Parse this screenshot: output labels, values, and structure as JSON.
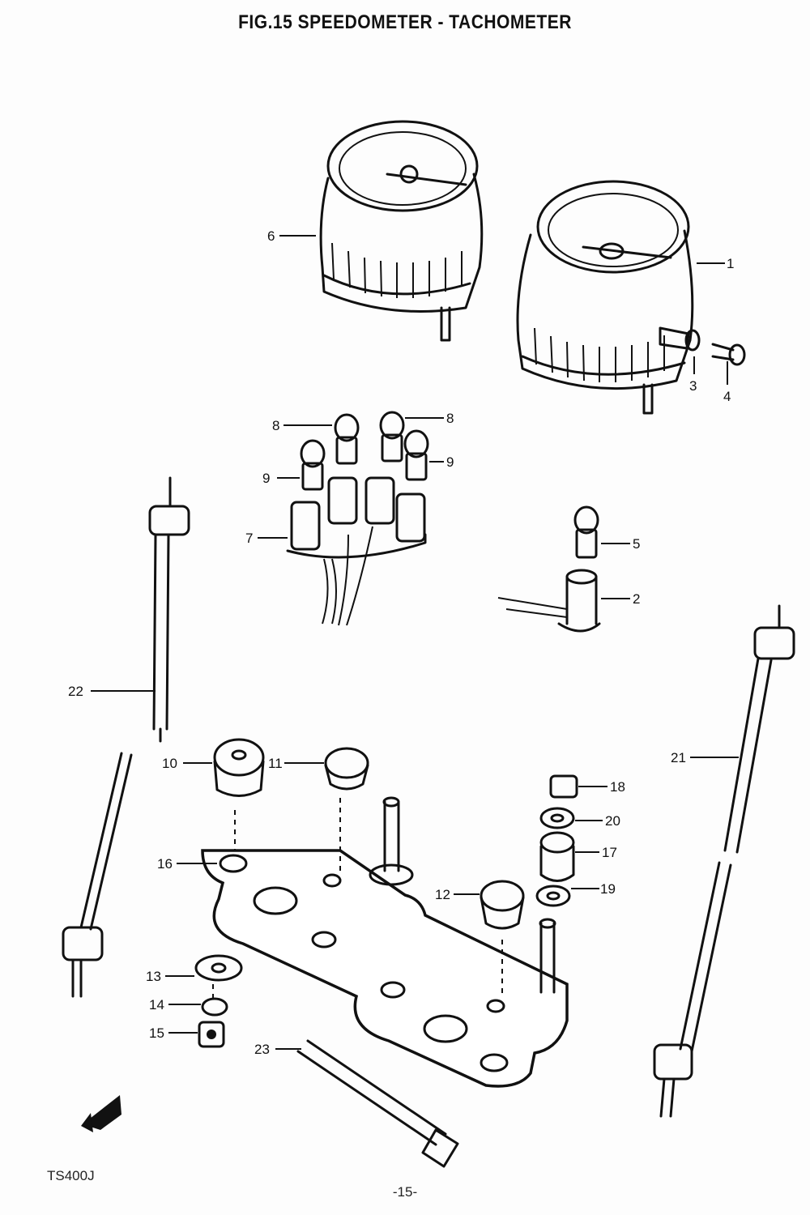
{
  "title": "FIG.15  SPEEDOMETER - TACHOMETER",
  "model_code": "TS400J",
  "page_number": "-15-",
  "callouts": {
    "c1": "1",
    "c2": "2",
    "c3": "3",
    "c4": "4",
    "c5": "5",
    "c6": "6",
    "c7": "7",
    "c8a": "8",
    "c8b": "8",
    "c9a": "9",
    "c9b": "9",
    "c10": "10",
    "c11": "11",
    "c12": "12",
    "c13": "13",
    "c14": "14",
    "c15": "15",
    "c16": "16",
    "c17": "17",
    "c18": "18",
    "c19": "19",
    "c20": "20",
    "c21": "21",
    "c22": "22",
    "c23": "23"
  }
}
